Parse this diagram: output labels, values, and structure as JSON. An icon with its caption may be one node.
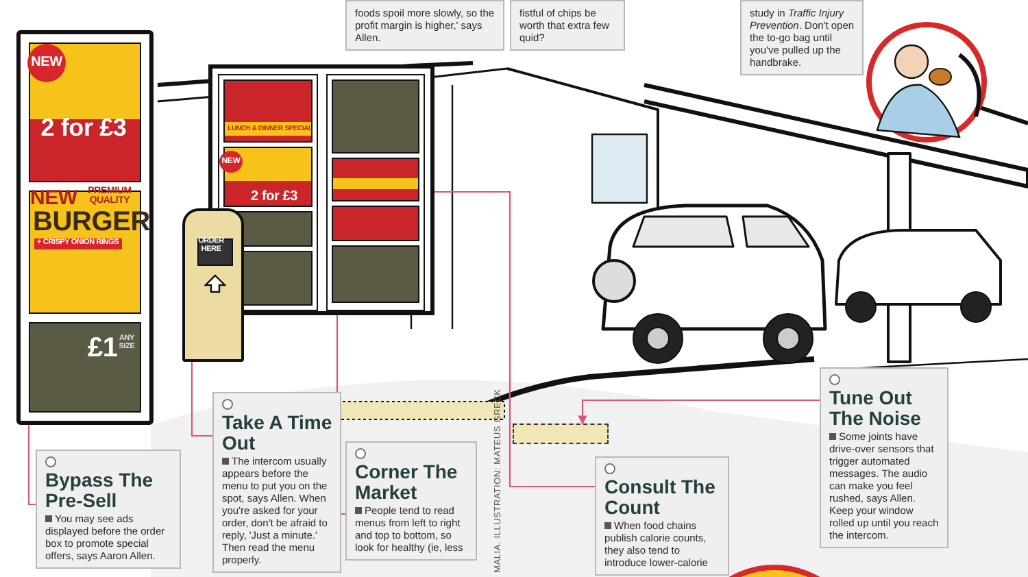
{
  "diagram": {
    "nodes": [
      {
        "text": [
          "foods spoil more slowly, so the profit margin is higher,' says Allen."
        ]
      },
      {
        "text": [
          "fistful of chips be worth that extra few quid?"
        ]
      },
      {
        "text": [
          "study in *Traffic Injury Prevention*. Don't open the to-go bag until you've pulled up the handbrake."
        ]
      },
      {
        "text": [
          "Bypass The Pre-Sell",
          "You may see ads displayed before the order box to promote special offers, says Aaron Allen."
        ]
      },
      {
        "text": [
          "Take A Time Out",
          "The intercom usually appears before the menu to put you on the spot, says Allen. When you're asked for your order, don't be afraid to reply, 'Just a minute.' Then read the menu properly."
        ]
      },
      {
        "text": [
          "Corner The Market",
          "People tend to read menus from left to right and top to bottom, so look for healthy (ie, less"
        ]
      },
      {
        "text": [
          "Consult The Count",
          "When food chains publish calorie counts, they also tend to introduce lower-calorie"
        ]
      },
      {
        "text": [
          "Tune Out The Noise",
          "Some joints have drive-over sensors that trigger automated messages. The audio can make you feel rushed, says Allen. Keep your window rolled up until you reach the intercom."
        ]
      },
      {
        "text": [],
        "shape": "picture"
      },
      {
        "text": [],
        "shape": "picture"
      },
      {
        "text": [],
        "shape": "picture"
      },
      {
        "text": [],
        "shape": "box"
      }
    ],
    "edges": [
      {
        "from": 3,
        "to": 8,
        "arrow": "none"
      },
      {
        "from": 4,
        "to": 10,
        "arrow": "none"
      },
      {
        "from": 5,
        "to": 9,
        "arrow": "none"
      },
      {
        "from": 6,
        "to": 9,
        "arrow": "none"
      },
      {
        "from": 7,
        "to": 11,
        "arrow": "to"
      }
    ],
    "labels": [
      "NEW",
      "2 for £3",
      "NEW",
      "PREMIUM QUALITY",
      "BURGER",
      "+ CRISPY ONION RINGS",
      "£1",
      "ANY SIZE",
      "LUNCH & DINNER SPECIAL",
      "NEW",
      "2 for £3",
      "ORDER HERE",
      "MALIA. ILLUSTRATION: MATEUS GRECK"
    ]
  }
}
